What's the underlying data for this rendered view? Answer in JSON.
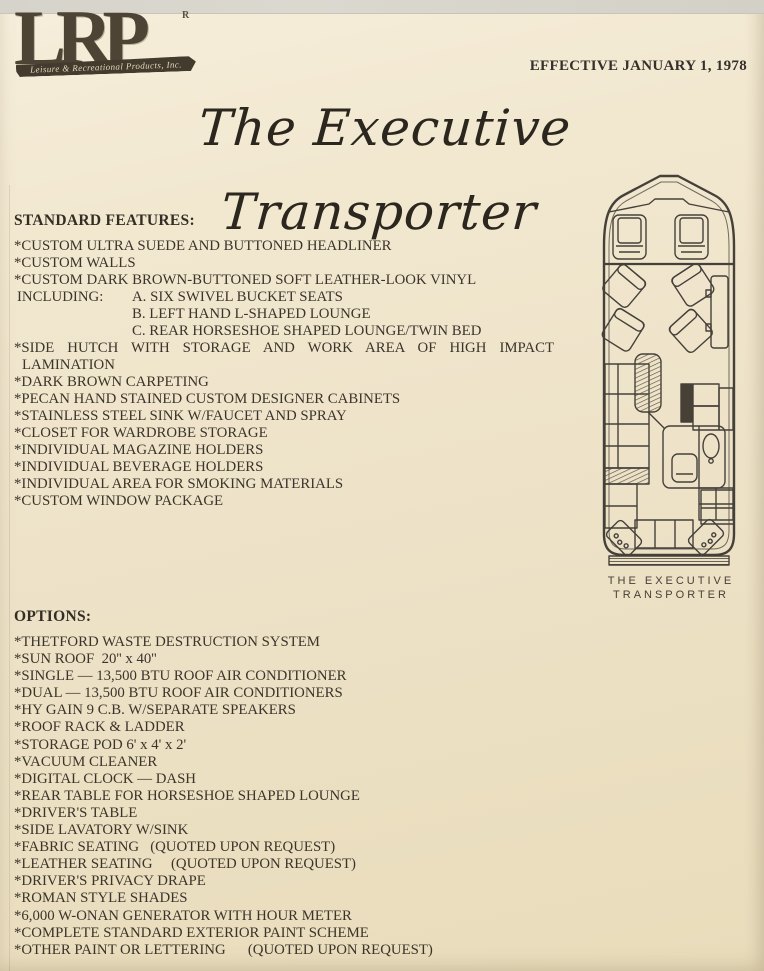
{
  "document": {
    "effective_date": "EFFECTIVE JANUARY 1, 1978",
    "title": "The Executive Transporter"
  },
  "logo": {
    "acronym": "LRP",
    "registered_mark": "R",
    "tagline": "Leisure & Recreational Products, Inc."
  },
  "standard_features": {
    "heading": "STANDARD FEATURES:",
    "items": [
      "*CUSTOM ULTRA SUEDE AND BUTTONED HEADLINER",
      "*CUSTOM WALLS",
      "*CUSTOM DARK BROWN-BUTTONED SOFT LEATHER-LOOK VINYL"
    ],
    "including": {
      "label": "INCLUDING:",
      "sub_items": [
        "A. SIX SWIVEL BUCKET SEATS",
        "B. LEFT HAND L-SHAPED LOUNGE",
        "C. REAR HORSESHOE SHAPED LOUNGE/TWIN BED"
      ]
    },
    "items_continued": [
      "*SIDE HUTCH WITH STORAGE AND WORK AREA OF HIGH IMPACT",
      "LAMINATION",
      "*DARK BROWN CARPETING",
      "*PECAN HAND STAINED CUSTOM DESIGNER CABINETS",
      "*STAINLESS STEEL SINK W/FAUCET AND SPRAY",
      "*CLOSET FOR WARDROBE STORAGE",
      "*INDIVIDUAL MAGAZINE HOLDERS",
      "*INDIVIDUAL BEVERAGE HOLDERS",
      "*INDIVIDUAL AREA FOR SMOKING MATERIALS",
      "*CUSTOM WINDOW PACKAGE"
    ]
  },
  "options": {
    "heading": "OPTIONS:",
    "items": [
      "*THETFORD WASTE DESTRUCTION SYSTEM",
      "*SUN ROOF  20'' x 40''",
      "*SINGLE — 13,500 BTU ROOF AIR CONDITIONER",
      "*DUAL — 13,500 BTU ROOF AIR CONDITIONERS",
      "*HY GAIN 9 C.B. W/SEPARATE SPEAKERS",
      "*ROOF RACK & LADDER",
      "*STORAGE POD 6' x 4' x 2'",
      "*VACUUM CLEANER",
      "*DIGITAL CLOCK — DASH",
      "*REAR TABLE FOR HORSESHOE SHAPED LOUNGE",
      "*DRIVER'S TABLE",
      "*SIDE LAVATORY W/SINK",
      "*FABRIC SEATING   (QUOTED UPON REQUEST)",
      "*LEATHER SEATING     (QUOTED UPON REQUEST)",
      "*DRIVER'S PRIVACY DRAPE",
      "*ROMAN STYLE SHADES",
      "*6,000 W-ONAN GENERATOR WITH HOUR METER",
      "*COMPLETE STANDARD EXTERIOR PAINT SCHEME",
      "*OTHER PAINT OR LETTERING      (QUOTED UPON REQUEST)"
    ]
  },
  "floor_plan": {
    "caption_line1": "THE EXECUTIVE",
    "caption_line2": "TRANSPORTER"
  },
  "colors": {
    "paper": "#ede2c7",
    "ink": "#3a342a",
    "scanner_band": "#d7d4cb"
  }
}
